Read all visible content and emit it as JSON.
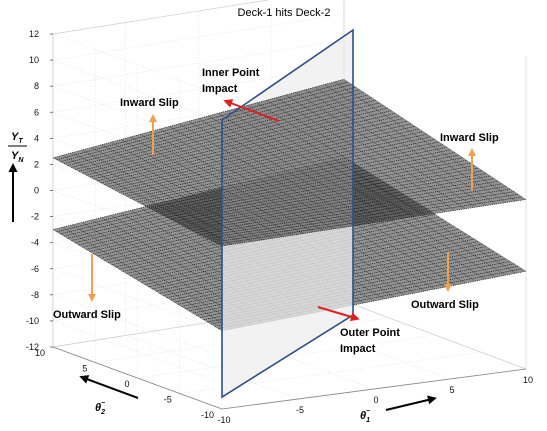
{
  "chart_data": {
    "type": "surface",
    "title": "Deck-1 hits Deck-2",
    "xlabel": "θ",
    "xlabel_sub": "1",
    "xlabel_sup": "−",
    "ylabel": "θ",
    "ylabel_sub": "2",
    "ylabel_sup": "−",
    "zlabel_num": "Y",
    "zlabel_num_sub": "T",
    "zlabel_den": "Y",
    "zlabel_den_sub": "N",
    "xlim": [
      -10,
      10
    ],
    "ylim": [
      -10,
      10
    ],
    "zlim": [
      -12,
      12
    ],
    "xticks": [
      "-10",
      "-5",
      "0",
      "5",
      "10"
    ],
    "yticks": [
      "-10",
      "-5",
      "0",
      "5",
      "10"
    ],
    "zticks": [
      "12",
      "10",
      "8",
      "6",
      "4",
      "2",
      "0",
      "-2",
      "-4",
      "-6",
      "-8",
      "-10",
      "-12"
    ],
    "grid": true,
    "colors": {
      "surface": "#1a1a1a",
      "plane_edge": "#2f4f86",
      "plane_fill": "#eeeeee",
      "slip_arrow": "#f0a050",
      "impact_arrow": "#e02020"
    },
    "surfaces": [
      {
        "name": "upper",
        "corners_z": {
          "x-10_y10": 2.5,
          "x10_y10": 5.0,
          "x10_y-10": 1.0,
          "x-10_y-10": 0.5
        }
      },
      {
        "name": "lower",
        "corners_z": {
          "x-10_y10": -3.0,
          "x10_y10": -1.0,
          "x10_y-10": -4.5,
          "x-10_y-10": -6.0
        }
      }
    ],
    "plane": {
      "x": -10,
      "zlim": [
        -12,
        12
      ]
    },
    "annotations": [
      {
        "id": "inward-left",
        "text": "Inward Slip"
      },
      {
        "id": "inward-right",
        "text": "Inward Slip"
      },
      {
        "id": "outward-left",
        "text": "Outward Slip"
      },
      {
        "id": "outward-right",
        "text": "Outward Slip"
      },
      {
        "id": "inner-impact",
        "line1": "Inner Point",
        "line2": "Impact"
      },
      {
        "id": "outer-impact",
        "line1": "Outer Point",
        "line2": "Impact"
      }
    ]
  }
}
